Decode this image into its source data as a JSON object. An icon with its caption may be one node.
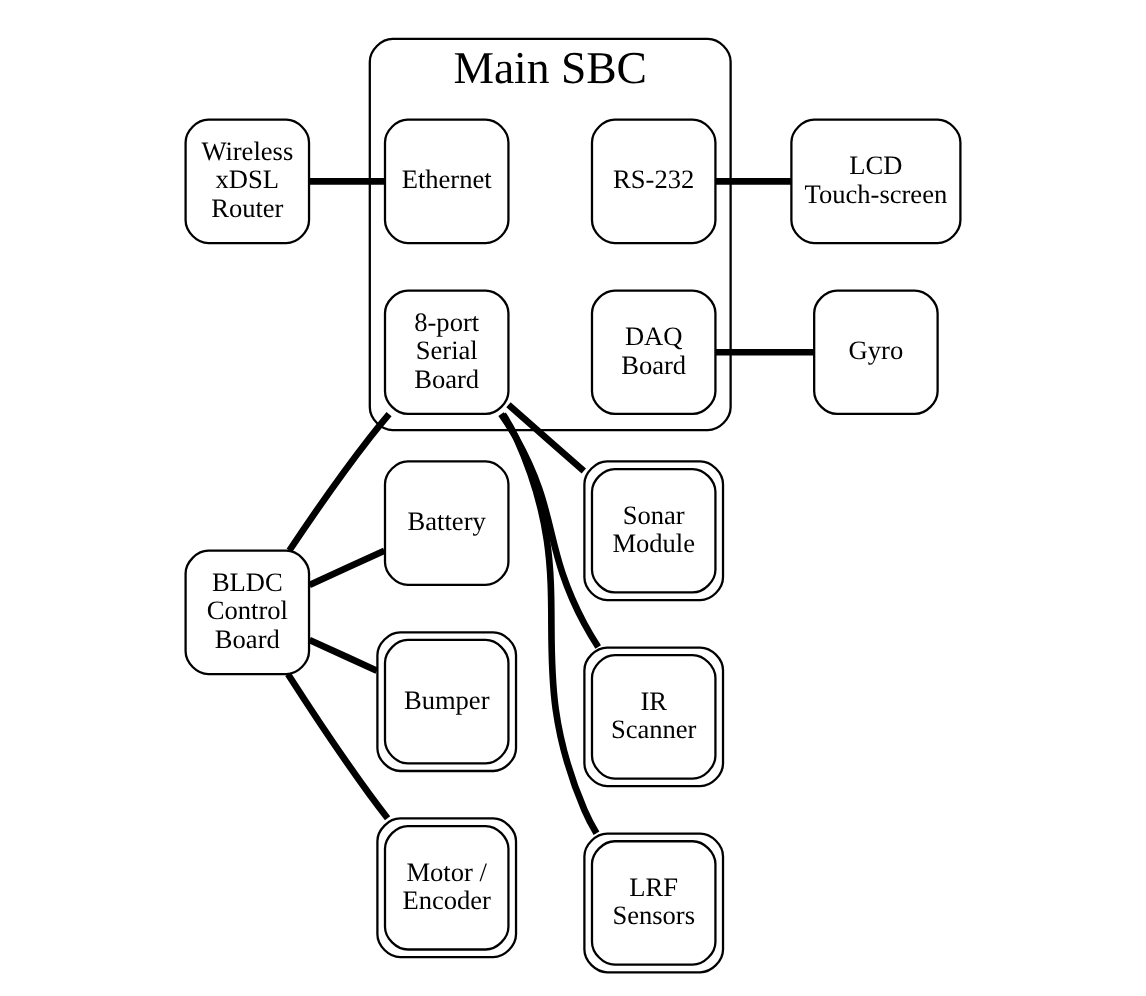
{
  "diagram": {
    "nodes": [
      {
        "text": [
          "Main SBC"
        ]
      },
      {
        "text": [
          "Wireless xDSL Router"
        ]
      },
      {
        "text": [
          "Ethernet"
        ],
        "in": 0
      },
      {
        "text": [
          "RS-232"
        ],
        "in": 0
      },
      {
        "text": [
          "LCD Touch-screen"
        ]
      },
      {
        "text": [
          "BLDC Control Board"
        ]
      },
      {
        "text": [
          "8-port Serial Board"
        ],
        "in": 0
      },
      {
        "text": [
          "DAQ Board"
        ],
        "in": 0
      },
      {
        "text": [
          "Gyro"
        ]
      },
      {
        "text": [
          "Battery"
        ]
      },
      {
        "text": [
          "Bumper"
        ]
      },
      {
        "text": [
          "Motor / Encoder"
        ]
      },
      {
        "text": [
          "Sonar Module"
        ]
      },
      {
        "text": [
          "IR Scanner"
        ]
      },
      {
        "text": [
          "LRF Sensors"
        ]
      }
    ],
    "edges": [
      {
        "from": 1,
        "to": 2,
        "arrow": "none"
      },
      {
        "from": 3,
        "to": 4,
        "arrow": "none"
      },
      {
        "from": 5,
        "to": 6,
        "arrow": "none"
      },
      {
        "from": 7,
        "to": 8,
        "arrow": "none"
      },
      {
        "from": 5,
        "to": 9,
        "arrow": "none"
      },
      {
        "from": 5,
        "to": 10,
        "arrow": "none"
      },
      {
        "from": 5,
        "to": 11,
        "arrow": "none"
      },
      {
        "from": 6,
        "to": 12,
        "arrow": "none"
      },
      {
        "from": 6,
        "to": 13,
        "arrow": "none"
      },
      {
        "from": 6,
        "to": 14,
        "arrow": "none"
      }
    ]
  }
}
